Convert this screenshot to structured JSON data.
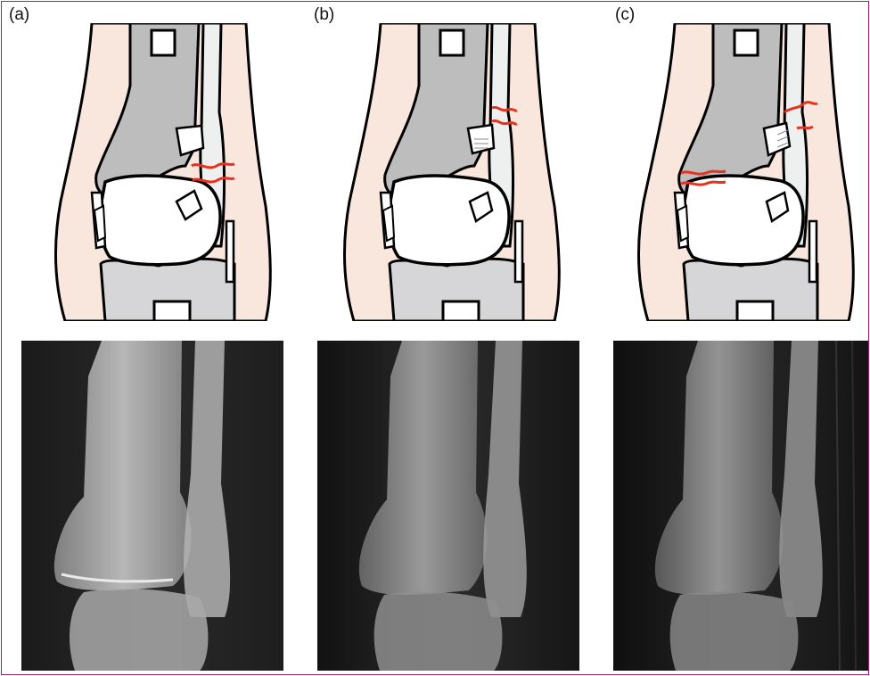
{
  "figure": {
    "panels": [
      {
        "label": "(a)"
      },
      {
        "label": "(b)"
      },
      {
        "label": "(c)"
      }
    ]
  },
  "colors": {
    "border": "#a0206e",
    "skin": "#f9e6dd",
    "tibia": "#bdbdbd",
    "fibula": "#eef0ef",
    "talus": "#ffffff",
    "foot": "#d6d6d8",
    "fracture": "#e8321e"
  }
}
